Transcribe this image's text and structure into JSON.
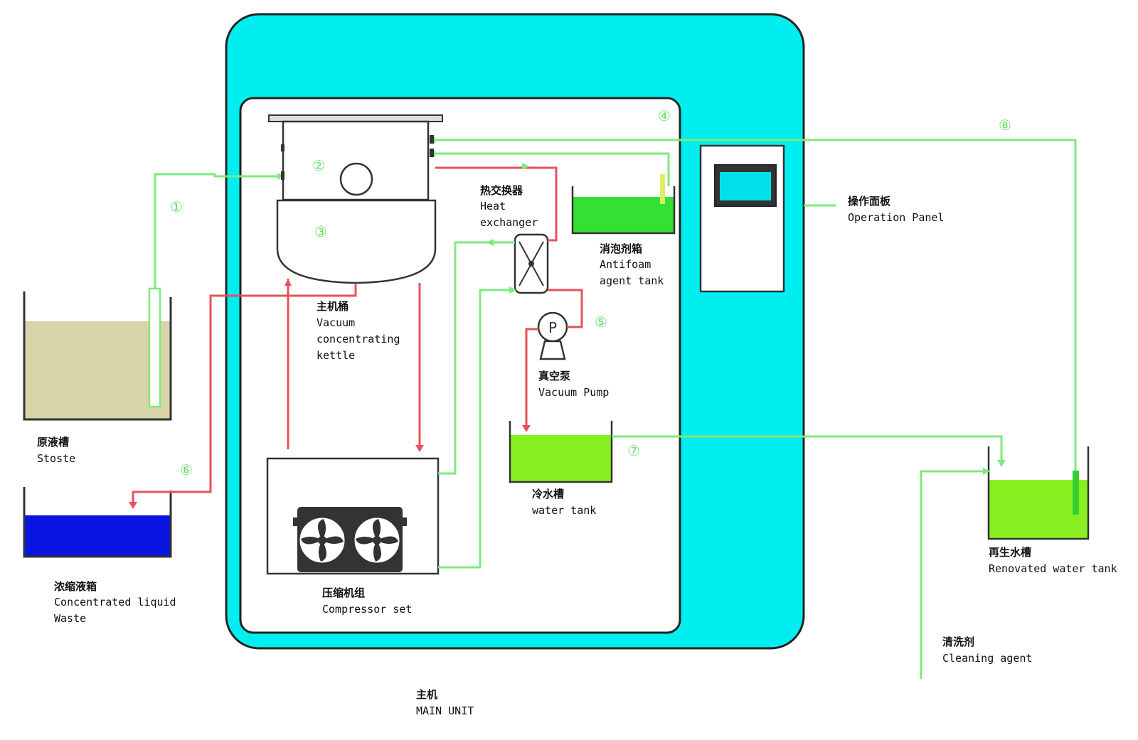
{
  "colors": {
    "housing": "#00eef0",
    "panel": "#ffffff",
    "green_pipe": "#7dea7d",
    "red_pipe": "#e8505a",
    "stock_liquid": "#d8d3a8",
    "waste_liquid": "#0a14e0",
    "tank_green": "#33e033",
    "reuse_tank_green": "#88f020"
  },
  "icons": [
    "fan-icon",
    "pump-icon",
    "heat-exchanger-icon",
    "screen-icon",
    "arrow-icon"
  ],
  "labels": {
    "stock": {
      "cn": "原液槽",
      "en": "Stoste"
    },
    "waste": {
      "cn": "浓缩液箱",
      "en1": "Concentrated liquid",
      "en2": "Waste"
    },
    "kettle": {
      "cn": "主机桶",
      "en1": "Vacuum",
      "en2": "concentrating",
      "en3": "kettle"
    },
    "heat_exchanger": {
      "cn": "热交换器",
      "en1": "Heat",
      "en2": "exchanger"
    },
    "antifoam": {
      "cn": "消泡剂箱",
      "en1": "Antifoam",
      "en2": "agent tank"
    },
    "pump": {
      "cn": "真空泵",
      "en": "Vacuum Pump"
    },
    "water_tank": {
      "cn": "冷水槽",
      "en": "water tank"
    },
    "compressor": {
      "cn": "压缩机组",
      "en": "Compressor set"
    },
    "operation_panel": {
      "cn": "操作面板",
      "en": "Operation Panel"
    },
    "reuse_tank": {
      "cn": "再生水槽",
      "en": "Renovated water tank"
    },
    "cleaning": {
      "cn": "清洗剂",
      "en": "Cleaning agent"
    },
    "main_unit": {
      "cn": "主机",
      "en": "MAIN UNIT"
    }
  },
  "numbers": {
    "n1": "①",
    "n2": "②",
    "n3": "③",
    "n4": "④",
    "n5": "⑤",
    "n6": "⑥",
    "n7": "⑦",
    "n8": "⑧"
  },
  "pump_letter": "P"
}
